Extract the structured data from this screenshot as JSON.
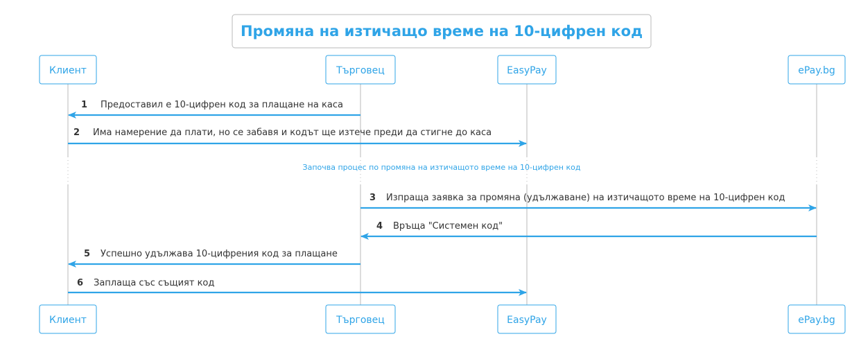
{
  "diagram": {
    "title": "Промяна на изтичащо време на 10-цифрен код",
    "colors": {
      "accent": "#2fa4e7",
      "lifeline": "#b9b9b9",
      "text": "#333333",
      "title_border": "#b9b9b9"
    },
    "participants": [
      {
        "id": "client",
        "label": "Клиент"
      },
      {
        "id": "merchant",
        "label": "Търговец"
      },
      {
        "id": "easypay",
        "label": "EasyPay"
      },
      {
        "id": "epay",
        "label": "ePay.bg"
      }
    ],
    "messages": [
      {
        "number": "1",
        "from": "merchant",
        "to": "client",
        "text": "Предоставил е 10-цифрен код за плащане на каса"
      },
      {
        "number": "2",
        "from": "client",
        "to": "easypay",
        "text": "Има намерение да плати, но се забавя и кодът ще изтече преди да стигне до каса"
      },
      {
        "number": "3",
        "from": "merchant",
        "to": "epay",
        "text": "Изпраща заявка за промяна (удължаване) на изтичащото време на 10-цифрен код"
      },
      {
        "number": "4",
        "from": "epay",
        "to": "merchant",
        "text": "Връща \"Системен код\""
      },
      {
        "number": "5",
        "from": "merchant",
        "to": "client",
        "text": "Успешно удължава 10-цифрения код за плащане"
      },
      {
        "number": "6",
        "from": "client",
        "to": "easypay",
        "text": "Заплаща със същият код"
      }
    ],
    "divider": {
      "after_message": "2",
      "text": "Започва процес по промяна на изтичащото време на 10-цифрен код"
    }
  }
}
